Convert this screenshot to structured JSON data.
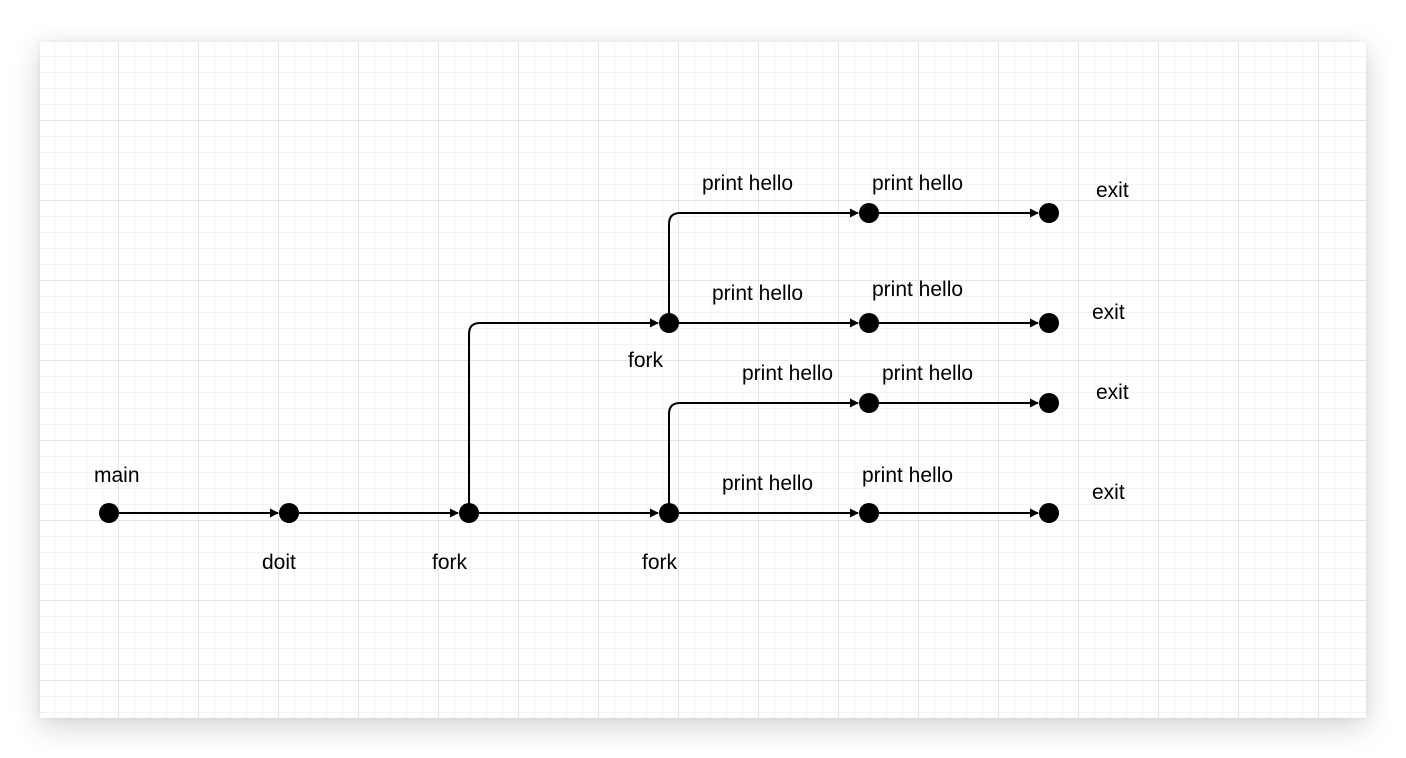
{
  "colors": {
    "stroke": "#000000",
    "grid_major": "#e4e4e4",
    "grid_minor": "#f3f3f3",
    "background": "#ffffff"
  },
  "nodes": {
    "main": {
      "label": "main"
    },
    "doit": {
      "label": "doit"
    },
    "fork1": {
      "label": "fork"
    },
    "fork2": {
      "label": "fork"
    },
    "fork3": {
      "label": "fork"
    },
    "exit1": {
      "label": "exit"
    },
    "exit2": {
      "label": "exit"
    },
    "exit3": {
      "label": "exit"
    },
    "exit4": {
      "label": "exit"
    }
  },
  "edges": {
    "e_a1": {
      "label": "print hello"
    },
    "e_a2": {
      "label": "print hello"
    },
    "e_b1": {
      "label": "print hello"
    },
    "e_b2": {
      "label": "print hello"
    },
    "e_c1": {
      "label": "print hello"
    },
    "e_c2": {
      "label": "print hello"
    },
    "e_d1": {
      "label": "print hello"
    },
    "e_d2": {
      "label": "print hello"
    }
  }
}
